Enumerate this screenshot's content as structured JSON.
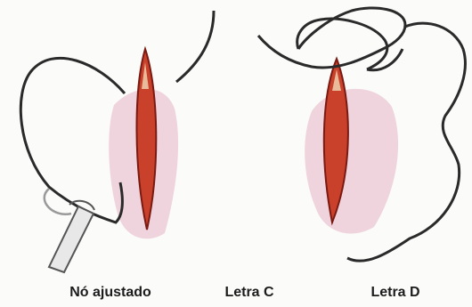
{
  "captions": [
    "Nó ajustado",
    "Letra C",
    "Letra D"
  ],
  "colors": {
    "background": "#fbfbfa",
    "wound": "#c9412a",
    "wound_edge": "#7a1a12",
    "skin_tint": "#d98aa6",
    "suture": "#2a2a2a",
    "needle_holder": "#e8e8e8",
    "text": "#1c1c1c"
  },
  "icons": [
    "needle-holder-icon",
    "suture-loop-icon",
    "incision-icon"
  ]
}
